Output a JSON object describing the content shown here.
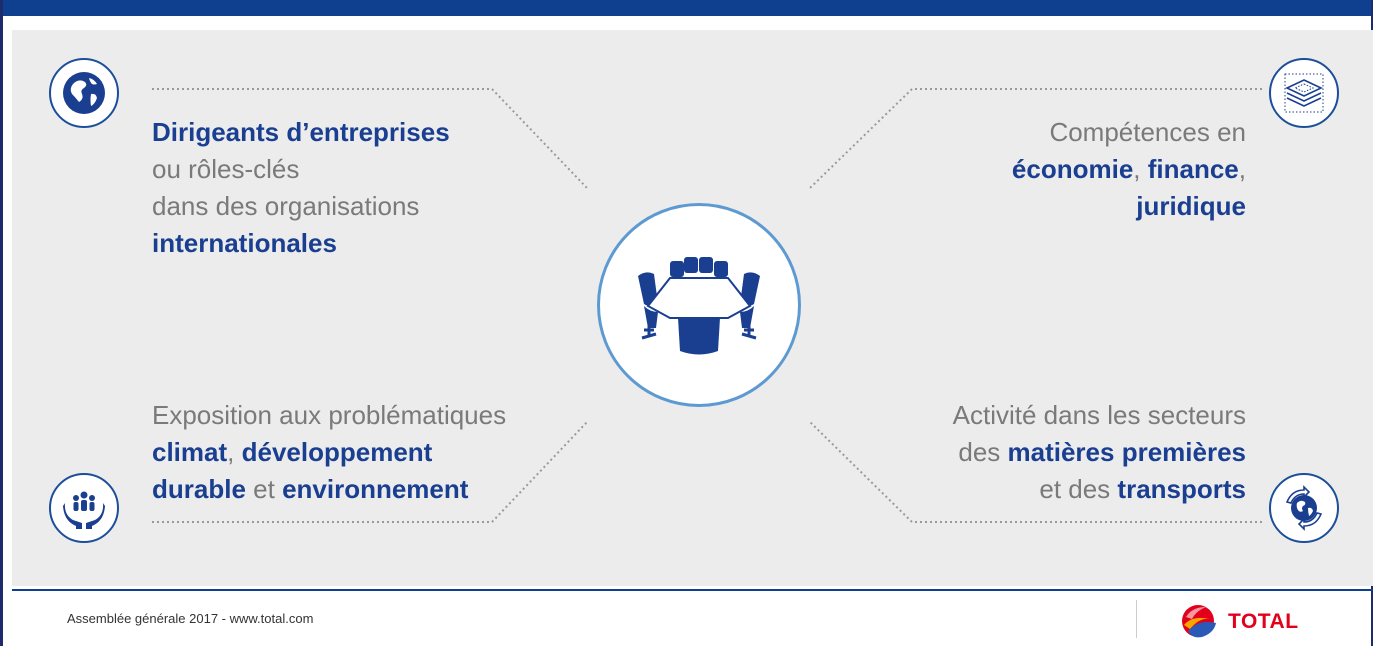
{
  "blocks": {
    "top_left": {
      "line1": "Dirigeants d’entreprises",
      "line2": "ou rôles-clés",
      "line3": "dans des organisations",
      "line4": "internationales"
    },
    "top_right": {
      "line1": "Compétences en",
      "line2_w1": "économie",
      "line2_sep": ", ",
      "line2_w2": "finance",
      "line2_end": ",",
      "line3": "juridique"
    },
    "bottom_left": {
      "line1": "Exposition aux problématiques",
      "line2_w1": "climat",
      "line2_sep": ", ",
      "line2_w2": "développement",
      "line3_w1": "durable",
      "line3_sep": " et ",
      "line3_w2": "environnement"
    },
    "bottom_right": {
      "line1": "Activité dans les secteurs",
      "line2_pre": "des ",
      "line2_w": "matières premières",
      "line3_pre": "et des ",
      "line3_w": "transports"
    }
  },
  "icons": {
    "top_left": "globe-icon",
    "top_right": "layers-icon",
    "bottom_left": "people-in-hands-icon",
    "bottom_right": "globe-recycle-icon",
    "center": "boardroom-table-icon"
  },
  "footer": {
    "text": "Assemblée générale 2017 - www.total.com",
    "logo_text": "TOTAL"
  },
  "colors": {
    "accent": "#1a3f91",
    "text_gray": "#7a7a7a",
    "panel": "#ececec",
    "brand_red": "#e3001b"
  }
}
